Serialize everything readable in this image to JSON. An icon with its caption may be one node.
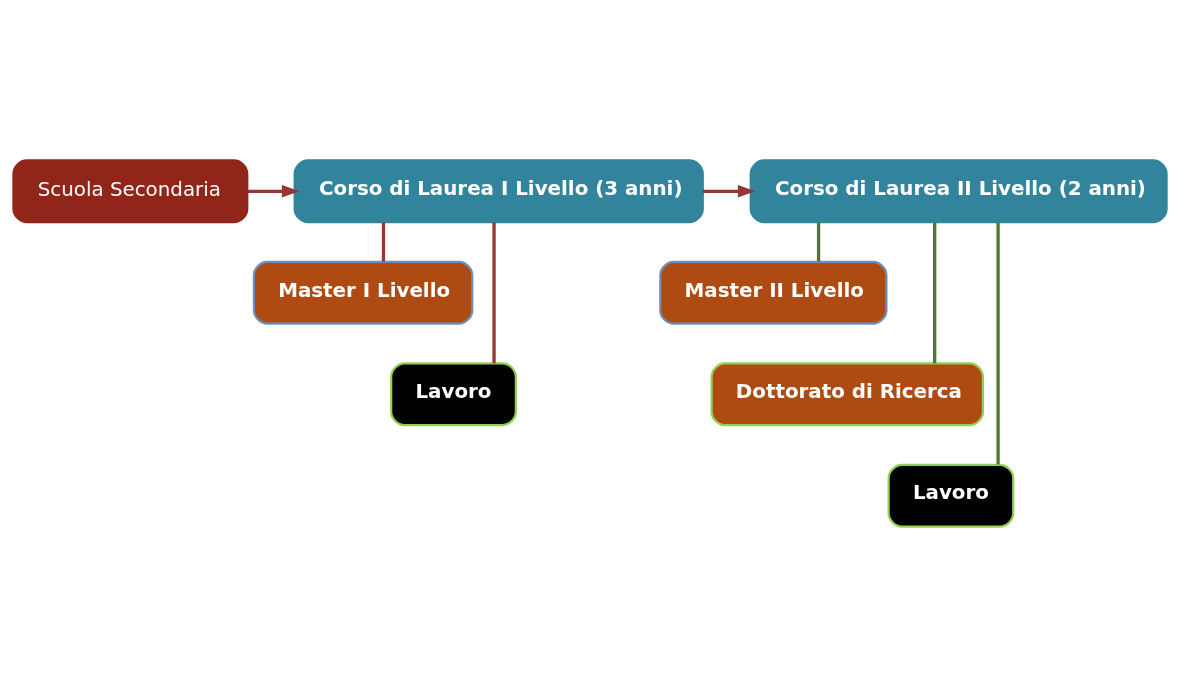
{
  "diagram": {
    "nodes": [
      {
        "text": [
          "Scuola Secondaria"
        ]
      },
      {
        "text": [
          "Corso di Laurea I Livello (3 anni)"
        ]
      },
      {
        "text": [
          "Master I Livello"
        ]
      },
      {
        "text": [
          "Lavoro"
        ]
      },
      {
        "text": [
          "Corso di Laurea II Livello (2 anni)"
        ]
      },
      {
        "text": [
          "Master II Livello"
        ]
      },
      {
        "text": [
          "Dottorato di Ricerca"
        ]
      },
      {
        "text": [
          "Lavoro"
        ]
      }
    ],
    "edges": [
      {
        "from": 0,
        "to": 1,
        "arrow": "to"
      },
      {
        "from": 1,
        "to": 4,
        "arrow": "to"
      },
      {
        "from": 1,
        "to": 2,
        "arrow": "none"
      },
      {
        "from": 1,
        "to": 3,
        "arrow": "none"
      },
      {
        "from": 4,
        "to": 5,
        "arrow": "none",
        "color": "#4f7a28"
      },
      {
        "from": 4,
        "to": 6,
        "arrow": "none",
        "color": "#4f7a28"
      },
      {
        "from": 4,
        "to": 7,
        "arrow": "none",
        "color": "#4f7a28"
      }
    ]
  }
}
